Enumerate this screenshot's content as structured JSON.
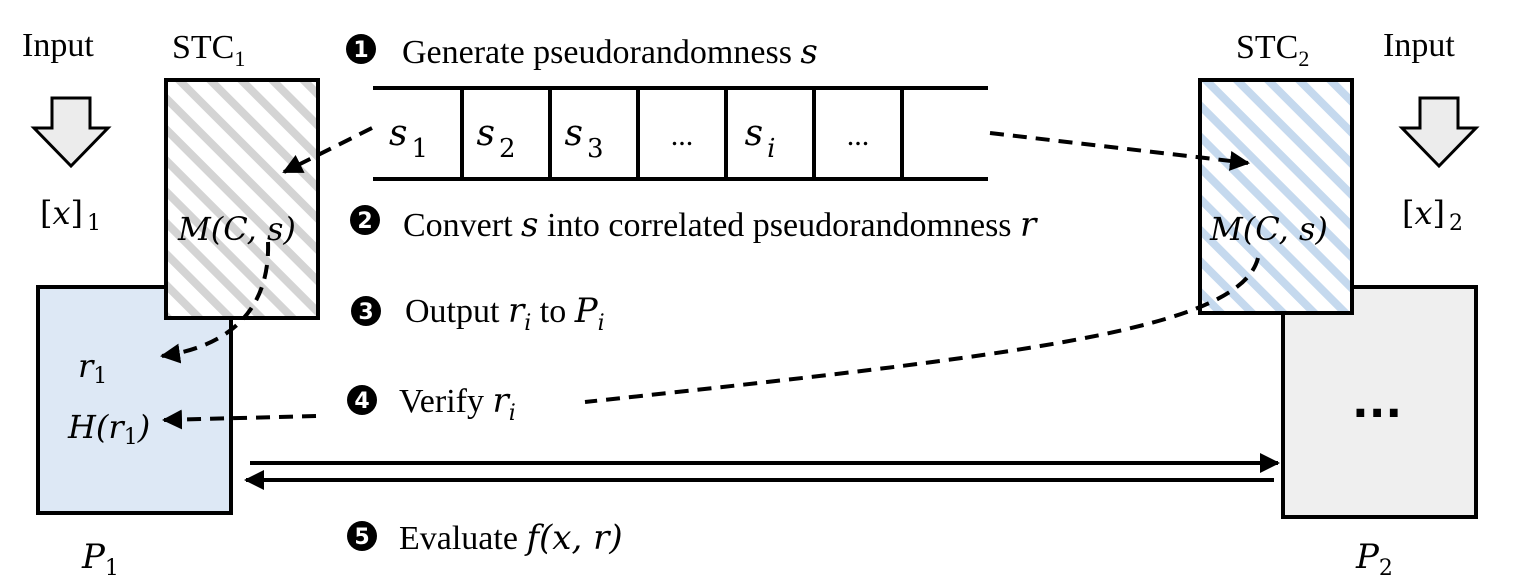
{
  "inputs": {
    "left": {
      "label": "Input",
      "share": "[x]",
      "share_sub": "1"
    },
    "right": {
      "label": "Input",
      "share": "[x]",
      "share_sub": "2"
    }
  },
  "stc": {
    "left": {
      "name": "STC",
      "sub": "1",
      "content": "M(C, s)"
    },
    "right": {
      "name": "STC",
      "sub": "2",
      "content": "M(C, s)"
    }
  },
  "parties": {
    "left": {
      "name": "P",
      "sub": "1",
      "r_label": "r",
      "r_sub": "1",
      "h_label_pre": "H(r",
      "h_sub": "1",
      "h_label_post": ")"
    },
    "right": {
      "name": "P",
      "sub": "2",
      "ellipsis": "···"
    }
  },
  "tape": {
    "cells": [
      {
        "base": "s",
        "sub": "1"
      },
      {
        "base": "s",
        "sub": "2"
      },
      {
        "base": "s",
        "sub": "3"
      },
      {
        "base": "...",
        "sub": ""
      },
      {
        "base": "s",
        "sub": "i"
      },
      {
        "base": "...",
        "sub": ""
      },
      {
        "base": "",
        "sub": ""
      }
    ]
  },
  "steps": [
    {
      "num": "1",
      "text": "Generate  pseudorandomness ",
      "math": "s",
      "math_sub": ""
    },
    {
      "num": "2",
      "text_pre": "Convert ",
      "math_a": "s",
      "text_mid": " into correlated  pseudorandomness ",
      "math_b": "r"
    },
    {
      "num": "3",
      "text_pre": "Output ",
      "math_a": "r",
      "sub_a": "i",
      "text_mid": " to ",
      "math_b": "P",
      "sub_b": "i"
    },
    {
      "num": "4",
      "text_pre": "Verify ",
      "math_a": "r",
      "sub_a": "i"
    },
    {
      "num": "5",
      "text_pre": "Evaluate  ",
      "math_a": "f(x, r)"
    }
  ],
  "colors": {
    "p1_fill": "#dde8f5",
    "p2_fill": "#efefef",
    "stc1_stripe": "#d4d4d4",
    "stc2_stripe": "#c5d9ee",
    "arrow_fill": "#ececec",
    "stroke": "#000000"
  }
}
